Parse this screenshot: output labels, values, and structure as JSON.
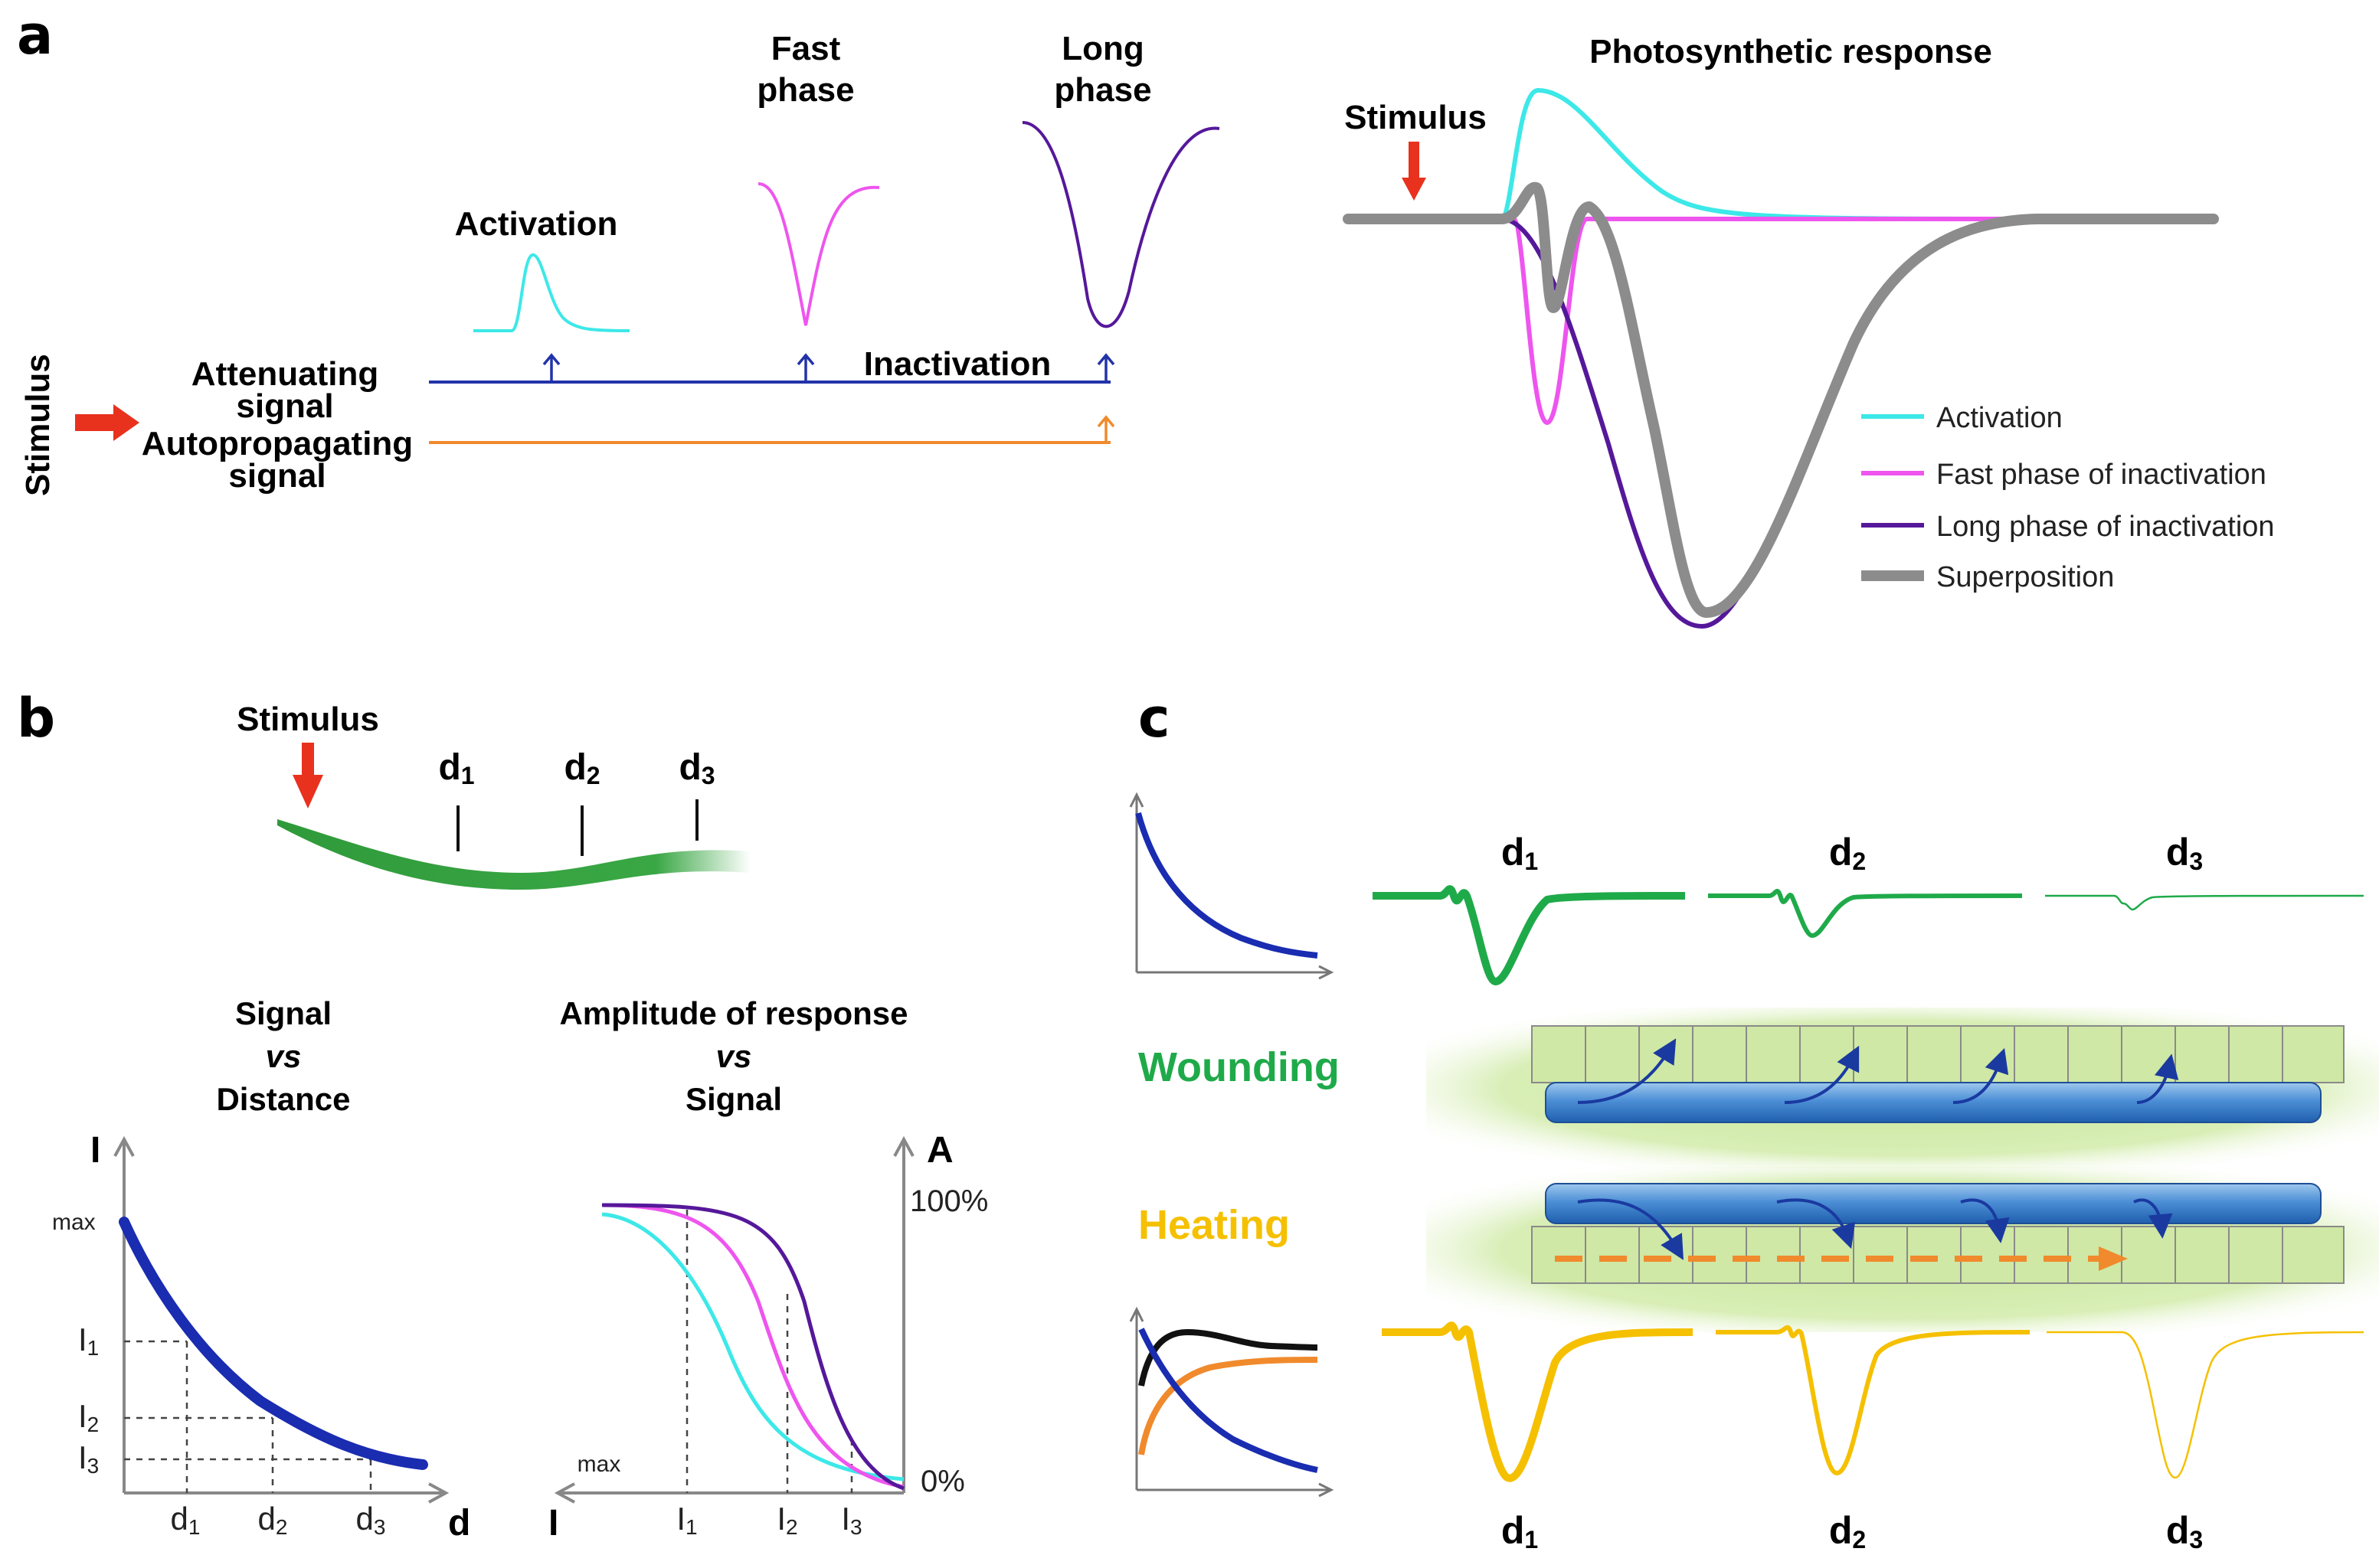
{
  "panels": {
    "a": {
      "letter": "a",
      "stimulus": "Stimulus",
      "attenuating": [
        "Attenuating",
        "signal"
      ],
      "autopropagating": [
        "Autopropagating",
        "signal"
      ],
      "activation": "Activation",
      "fast_phase": [
        "Fast",
        "phase"
      ],
      "long_phase": [
        "Long",
        "phase"
      ],
      "inactivation": "Inactivation",
      "photo_title": "Photosynthetic response",
      "photo_stimulus": "Stimulus",
      "legend": [
        {
          "label": "Activation",
          "color": "#3de8e8"
        },
        {
          "label": "Fast phase of inactivation",
          "color": "#ee55ee"
        },
        {
          "label": "Long phase of inactivation",
          "color": "#55189a"
        },
        {
          "label": "Superposition",
          "color": "#8c8c8c"
        }
      ]
    },
    "b": {
      "letter": "b",
      "stimulus": "Stimulus",
      "d1": "d",
      "d2": "d",
      "d3": "d",
      "sub1": "1",
      "sub2": "2",
      "sub3": "3",
      "left_title": [
        "Signal",
        "vs",
        "Distance"
      ],
      "right_title": [
        "Amplitude of response",
        "vs",
        "Signal"
      ],
      "left_y_axis": "I",
      "left_x_axis": "d",
      "max_label": "max",
      "i_label": "I",
      "right_y_axis": "A",
      "pct_100": "100%",
      "pct_0": "0%",
      "right_x_axis": "I",
      "right_max": "max"
    },
    "c": {
      "letter": "c",
      "wounding": "Wounding",
      "heating": "Heating",
      "d_label": "d",
      "subs": [
        "1",
        "2",
        "3"
      ]
    }
  },
  "colors": {
    "red": "#e8321e",
    "blue_line": "#2233aa",
    "orange_line": "#f08a2c",
    "wound_green": "#1faa4a",
    "heat_yellow": "#f5c000",
    "curve_blue": "#1a2cb0"
  }
}
